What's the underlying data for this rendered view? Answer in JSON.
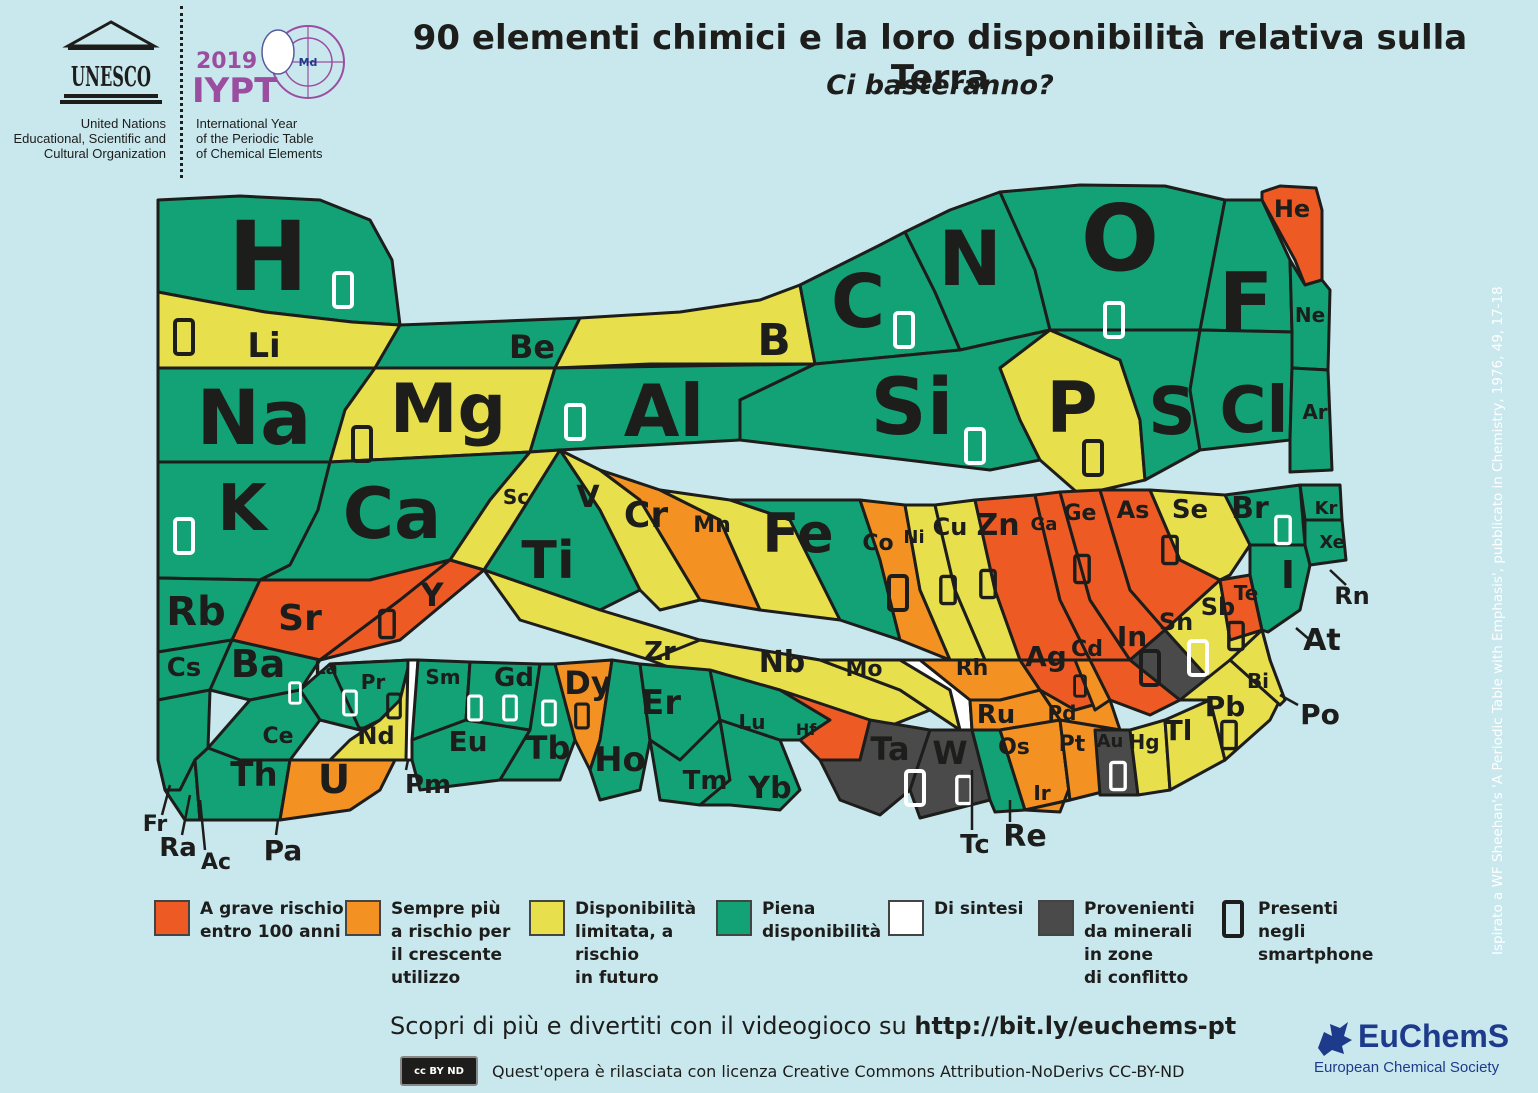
{
  "header": {
    "title": "90 elementi chimici e la loro disponibilità relativa sulla Terra",
    "subtitle": "Ci basteranno?"
  },
  "logos": {
    "unesco_mark": "UNESCO",
    "unesco_caption": [
      "United Nations",
      "Educational, Scientific and",
      "Cultural Organization"
    ],
    "iypt_year": "2019",
    "iypt_mark": "IYPT",
    "iypt_caption": [
      "International Year",
      "of the Periodic Table",
      "of Chemical Elements"
    ]
  },
  "colors": {
    "severe": "#ee5a24",
    "increasing": "#f39223",
    "limited": "#e7df4b",
    "plentiful": "#13a276",
    "synthetic": "#ffffff",
    "conflict": "#4a4a4a",
    "outline": "#1d1d1b",
    "background": "#c9e8ee"
  },
  "elements": [
    {
      "symbol": "H",
      "status": "plentiful",
      "phone": true
    },
    {
      "symbol": "He",
      "status": "severe"
    },
    {
      "symbol": "Li",
      "status": "limited",
      "phone": true
    },
    {
      "symbol": "Be",
      "status": "plentiful"
    },
    {
      "symbol": "B",
      "status": "limited"
    },
    {
      "symbol": "C",
      "status": "plentiful",
      "phone": true
    },
    {
      "symbol": "N",
      "status": "plentiful"
    },
    {
      "symbol": "O",
      "status": "plentiful",
      "phone": true
    },
    {
      "symbol": "F",
      "status": "plentiful"
    },
    {
      "symbol": "Ne",
      "status": "plentiful"
    },
    {
      "symbol": "Na",
      "status": "plentiful"
    },
    {
      "symbol": "Mg",
      "status": "limited",
      "phone": true
    },
    {
      "symbol": "Al",
      "status": "plentiful",
      "phone": true
    },
    {
      "symbol": "Si",
      "status": "plentiful",
      "phone": true
    },
    {
      "symbol": "P",
      "status": "limited",
      "phone": true
    },
    {
      "symbol": "S",
      "status": "plentiful"
    },
    {
      "symbol": "Cl",
      "status": "plentiful"
    },
    {
      "symbol": "Ar",
      "status": "plentiful"
    },
    {
      "symbol": "K",
      "status": "plentiful",
      "phone": true
    },
    {
      "symbol": "Ca",
      "status": "plentiful"
    },
    {
      "symbol": "Sc",
      "status": "limited"
    },
    {
      "symbol": "Ti",
      "status": "plentiful"
    },
    {
      "symbol": "V",
      "status": "limited"
    },
    {
      "symbol": "Cr",
      "status": "increasing"
    },
    {
      "symbol": "Mn",
      "status": "limited"
    },
    {
      "symbol": "Fe",
      "status": "plentiful"
    },
    {
      "symbol": "Co",
      "status": "increasing",
      "phone": true
    },
    {
      "symbol": "Ni",
      "status": "limited",
      "phone": true
    },
    {
      "symbol": "Cu",
      "status": "limited",
      "phone": true
    },
    {
      "symbol": "Zn",
      "status": "severe"
    },
    {
      "symbol": "Ga",
      "status": "severe",
      "phone": true
    },
    {
      "symbol": "Ge",
      "status": "severe"
    },
    {
      "symbol": "As",
      "status": "severe",
      "phone": true
    },
    {
      "symbol": "Se",
      "status": "limited"
    },
    {
      "symbol": "Br",
      "status": "plentiful",
      "phone": true
    },
    {
      "symbol": "Kr",
      "status": "plentiful"
    },
    {
      "symbol": "Rb",
      "status": "plentiful"
    },
    {
      "symbol": "Sr",
      "status": "severe",
      "phone": true
    },
    {
      "symbol": "Y",
      "status": "severe"
    },
    {
      "symbol": "Zr",
      "status": "limited"
    },
    {
      "symbol": "Nb",
      "status": "limited"
    },
    {
      "symbol": "Mo",
      "status": "limited"
    },
    {
      "symbol": "Tc",
      "status": "synthetic"
    },
    {
      "symbol": "Ru",
      "status": "increasing"
    },
    {
      "symbol": "Rh",
      "status": "increasing"
    },
    {
      "symbol": "Pd",
      "status": "increasing",
      "phone": true
    },
    {
      "symbol": "Ag",
      "status": "severe"
    },
    {
      "symbol": "Cd",
      "status": "increasing"
    },
    {
      "symbol": "In",
      "status": "severe",
      "phone": true
    },
    {
      "symbol": "Sn",
      "status": "conflict",
      "phone": true
    },
    {
      "symbol": "Sb",
      "status": "limited",
      "phone": true
    },
    {
      "symbol": "Te",
      "status": "severe"
    },
    {
      "symbol": "I",
      "status": "plentiful"
    },
    {
      "symbol": "Xe",
      "status": "plentiful"
    },
    {
      "symbol": "Cs",
      "status": "plentiful"
    },
    {
      "symbol": "Ba",
      "status": "plentiful"
    },
    {
      "symbol": "La",
      "status": "plentiful",
      "phone": true
    },
    {
      "symbol": "Ce",
      "status": "plentiful"
    },
    {
      "symbol": "Pr",
      "status": "plentiful",
      "phone": true
    },
    {
      "symbol": "Nd",
      "status": "limited",
      "phone": true
    },
    {
      "symbol": "Pm",
      "status": "synthetic"
    },
    {
      "symbol": "Sm",
      "status": "plentiful"
    },
    {
      "symbol": "Eu",
      "status": "plentiful",
      "phone": true
    },
    {
      "symbol": "Gd",
      "status": "plentiful",
      "phone": true
    },
    {
      "symbol": "Tb",
      "status": "plentiful",
      "phone": true
    },
    {
      "symbol": "Dy",
      "status": "increasing",
      "phone": true
    },
    {
      "symbol": "Ho",
      "status": "plentiful"
    },
    {
      "symbol": "Er",
      "status": "plentiful"
    },
    {
      "symbol": "Tm",
      "status": "plentiful"
    },
    {
      "symbol": "Yb",
      "status": "plentiful"
    },
    {
      "symbol": "Lu",
      "status": "plentiful"
    },
    {
      "symbol": "Hf",
      "status": "severe"
    },
    {
      "symbol": "Ta",
      "status": "conflict",
      "phone": true
    },
    {
      "symbol": "W",
      "status": "conflict",
      "phone": true
    },
    {
      "symbol": "Re",
      "status": "plentiful"
    },
    {
      "symbol": "Os",
      "status": "increasing"
    },
    {
      "symbol": "Ir",
      "status": "increasing"
    },
    {
      "symbol": "Pt",
      "status": "increasing"
    },
    {
      "symbol": "Au",
      "status": "conflict",
      "phone": true
    },
    {
      "symbol": "Hg",
      "status": "limited"
    },
    {
      "symbol": "Tl",
      "status": "limited"
    },
    {
      "symbol": "Pb",
      "status": "limited",
      "phone": true
    },
    {
      "symbol": "Bi",
      "status": "limited"
    },
    {
      "symbol": "Po",
      "status": "plentiful"
    },
    {
      "symbol": "At",
      "status": "plentiful"
    },
    {
      "symbol": "Rn",
      "status": "plentiful"
    },
    {
      "symbol": "Fr",
      "status": "plentiful"
    },
    {
      "symbol": "Ra",
      "status": "plentiful"
    },
    {
      "symbol": "Ac",
      "status": "plentiful"
    },
    {
      "symbol": "Th",
      "status": "plentiful"
    },
    {
      "symbol": "Pa",
      "status": "plentiful"
    },
    {
      "symbol": "U",
      "status": "increasing"
    }
  ],
  "legend": [
    {
      "key": "severe",
      "lines": [
        "A grave rischio",
        "entro 100 anni"
      ]
    },
    {
      "key": "increasing",
      "lines": [
        "Sempre più",
        "a rischio per",
        "il crescente",
        "utilizzo"
      ]
    },
    {
      "key": "limited",
      "lines": [
        "Disponibilità",
        "limitata, a",
        "rischio",
        "in futuro"
      ]
    },
    {
      "key": "plentiful",
      "lines": [
        "Piena",
        "disponibilità"
      ]
    },
    {
      "key": "synthetic",
      "lines": [
        "Di sintesi"
      ]
    },
    {
      "key": "conflict",
      "lines": [
        "Provenienti",
        "da minerali",
        "in zone",
        "di conflitto"
      ]
    },
    {
      "key": "phone",
      "lines": [
        "Presenti",
        "negli",
        "smartphone"
      ]
    }
  ],
  "footer": {
    "promo_text": "Scopri di più e divertiti con il videogioco su ",
    "promo_link": "http://bit.ly/euchems-pt",
    "license_badge": "cc BY ND",
    "license_text": "Quest'opera è rilasciata con licenza Creative Commons Attribution-NoDerivs CC-BY-ND",
    "org_name": "EuChemS",
    "org_full": "European Chemical Society"
  },
  "side_credit": "Ispirato a WF Sheehan's 'A Periodic Table with Emphasis', pubblicato in Chemistry, 1976, 49, 17-18"
}
